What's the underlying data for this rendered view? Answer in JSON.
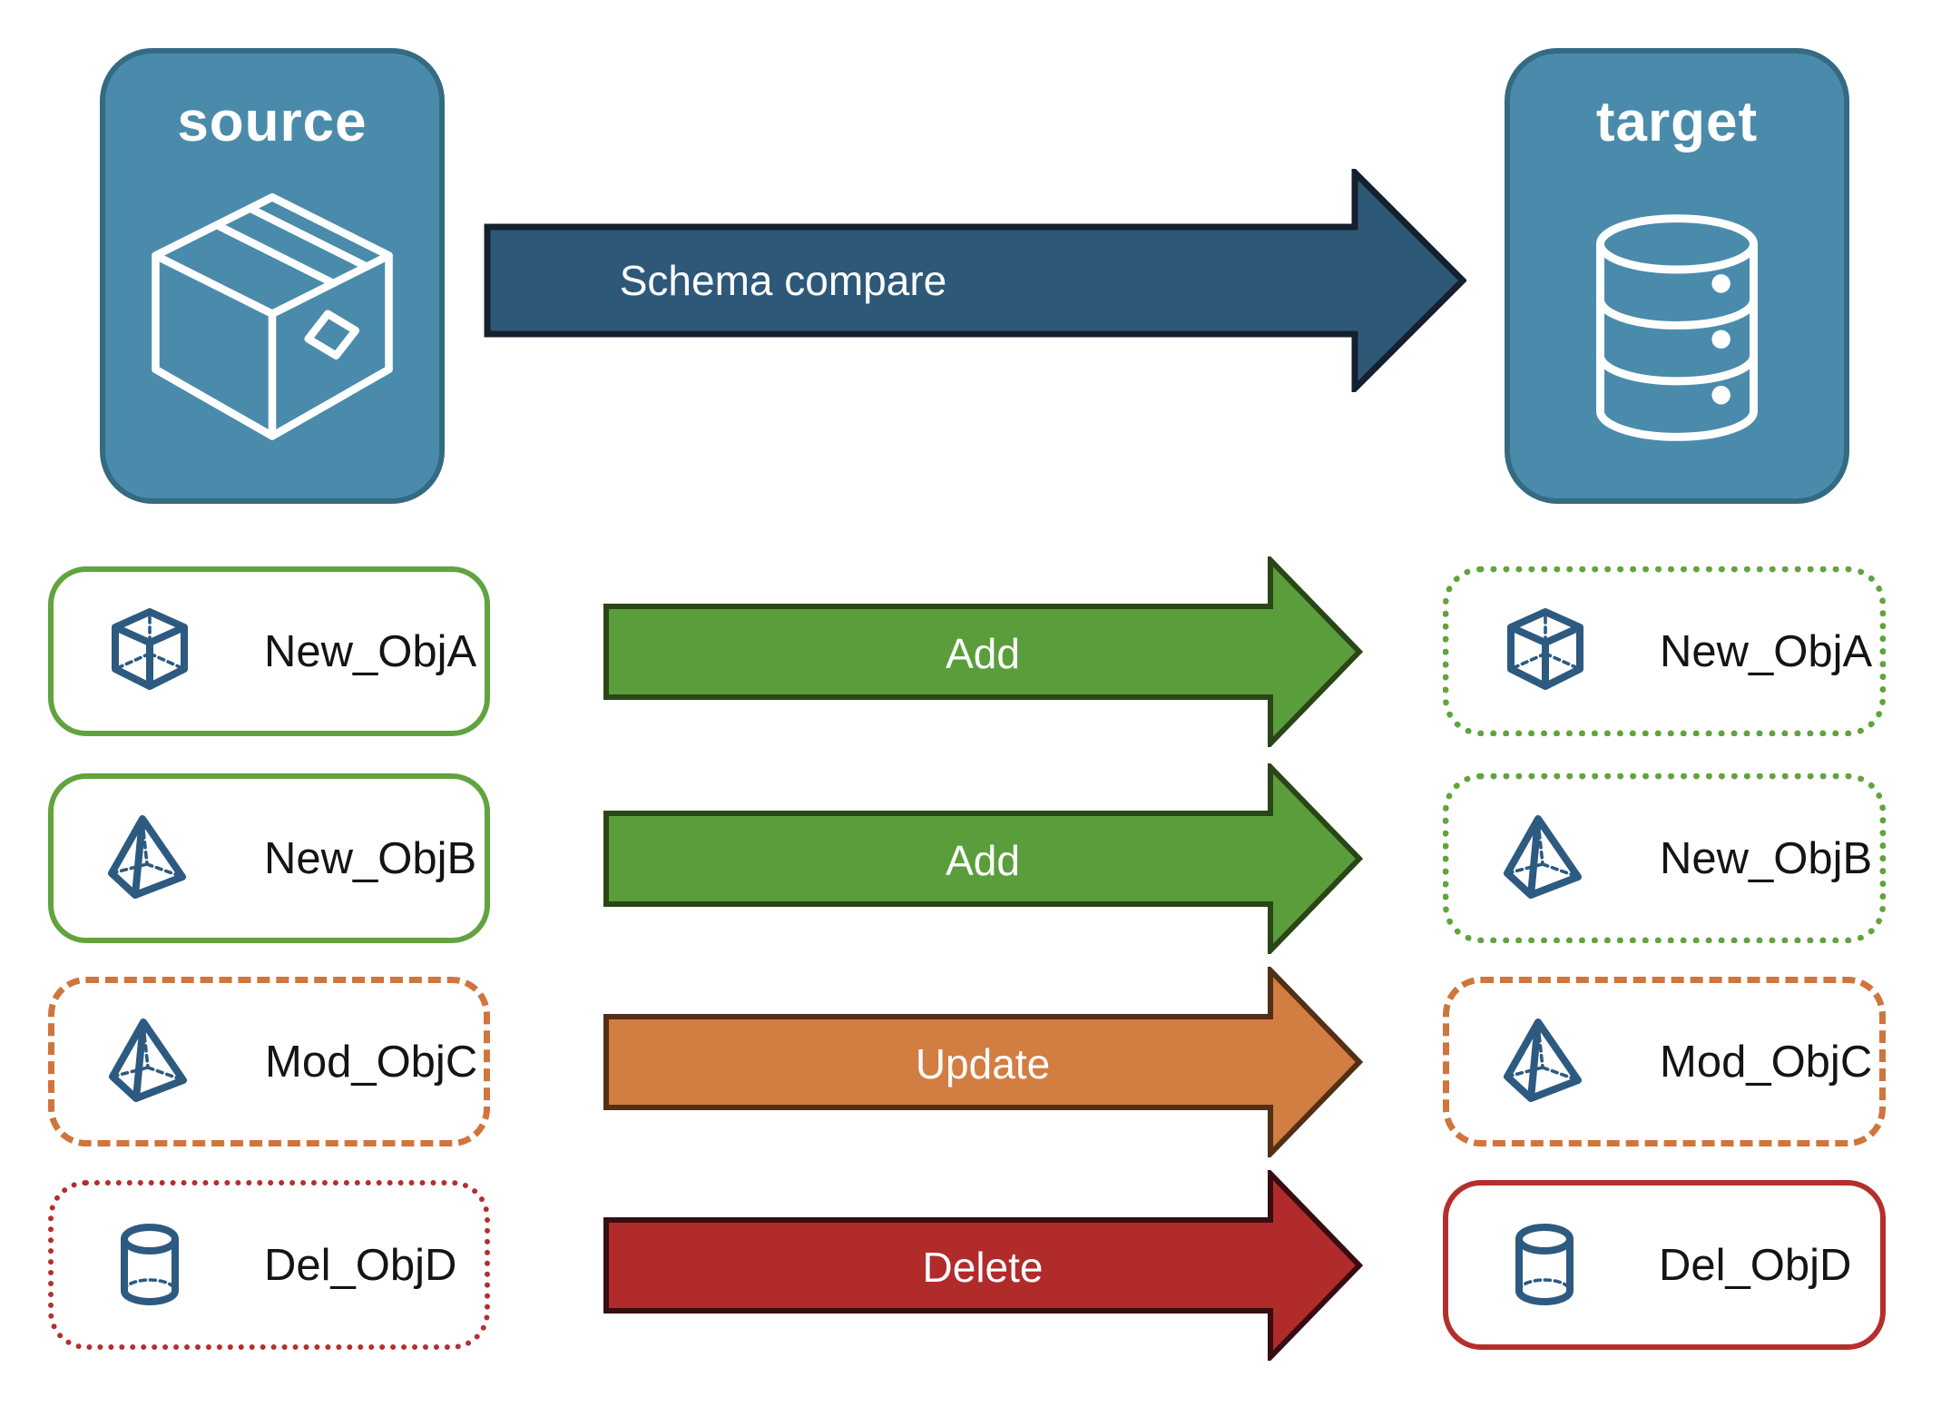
{
  "source_panel": {
    "label": "source",
    "icon": "package-icon"
  },
  "target_panel": {
    "label": "target",
    "icon": "database-icon"
  },
  "compare_arrow": {
    "label": "Schema compare"
  },
  "rows": [
    {
      "object": "New_ObjA",
      "icon": "cube-icon",
      "action": "Add",
      "source_border": "solid",
      "target_border": "dotted"
    },
    {
      "object": "New_ObjB",
      "icon": "pyramid-icon",
      "action": "Add",
      "source_border": "solid",
      "target_border": "dotted"
    },
    {
      "object": "Mod_ObjC",
      "icon": "pyramid-icon",
      "action": "Update",
      "source_border": "dashed",
      "target_border": "dashed"
    },
    {
      "object": "Del_ObjD",
      "icon": "cylinder-icon",
      "action": "Delete",
      "source_border": "dotted",
      "target_border": "solid"
    }
  ],
  "colors": {
    "panel_blue": "#4a8bab",
    "panel_border": "#356a83",
    "compare_fill": "#2e5878",
    "compare_border": "#15202e",
    "add_fill": "#5a9e3c",
    "add_border": "#2a4517",
    "update_fill": "#d27d42",
    "update_border": "#532f15",
    "delete_fill": "#b22b2b",
    "delete_border": "#380d11",
    "green_border": "#61a33e",
    "orange_border": "#d0753c",
    "red_border": "#b52e2e",
    "icon_blue": "#2d5a80",
    "label_text": "#141414"
  }
}
